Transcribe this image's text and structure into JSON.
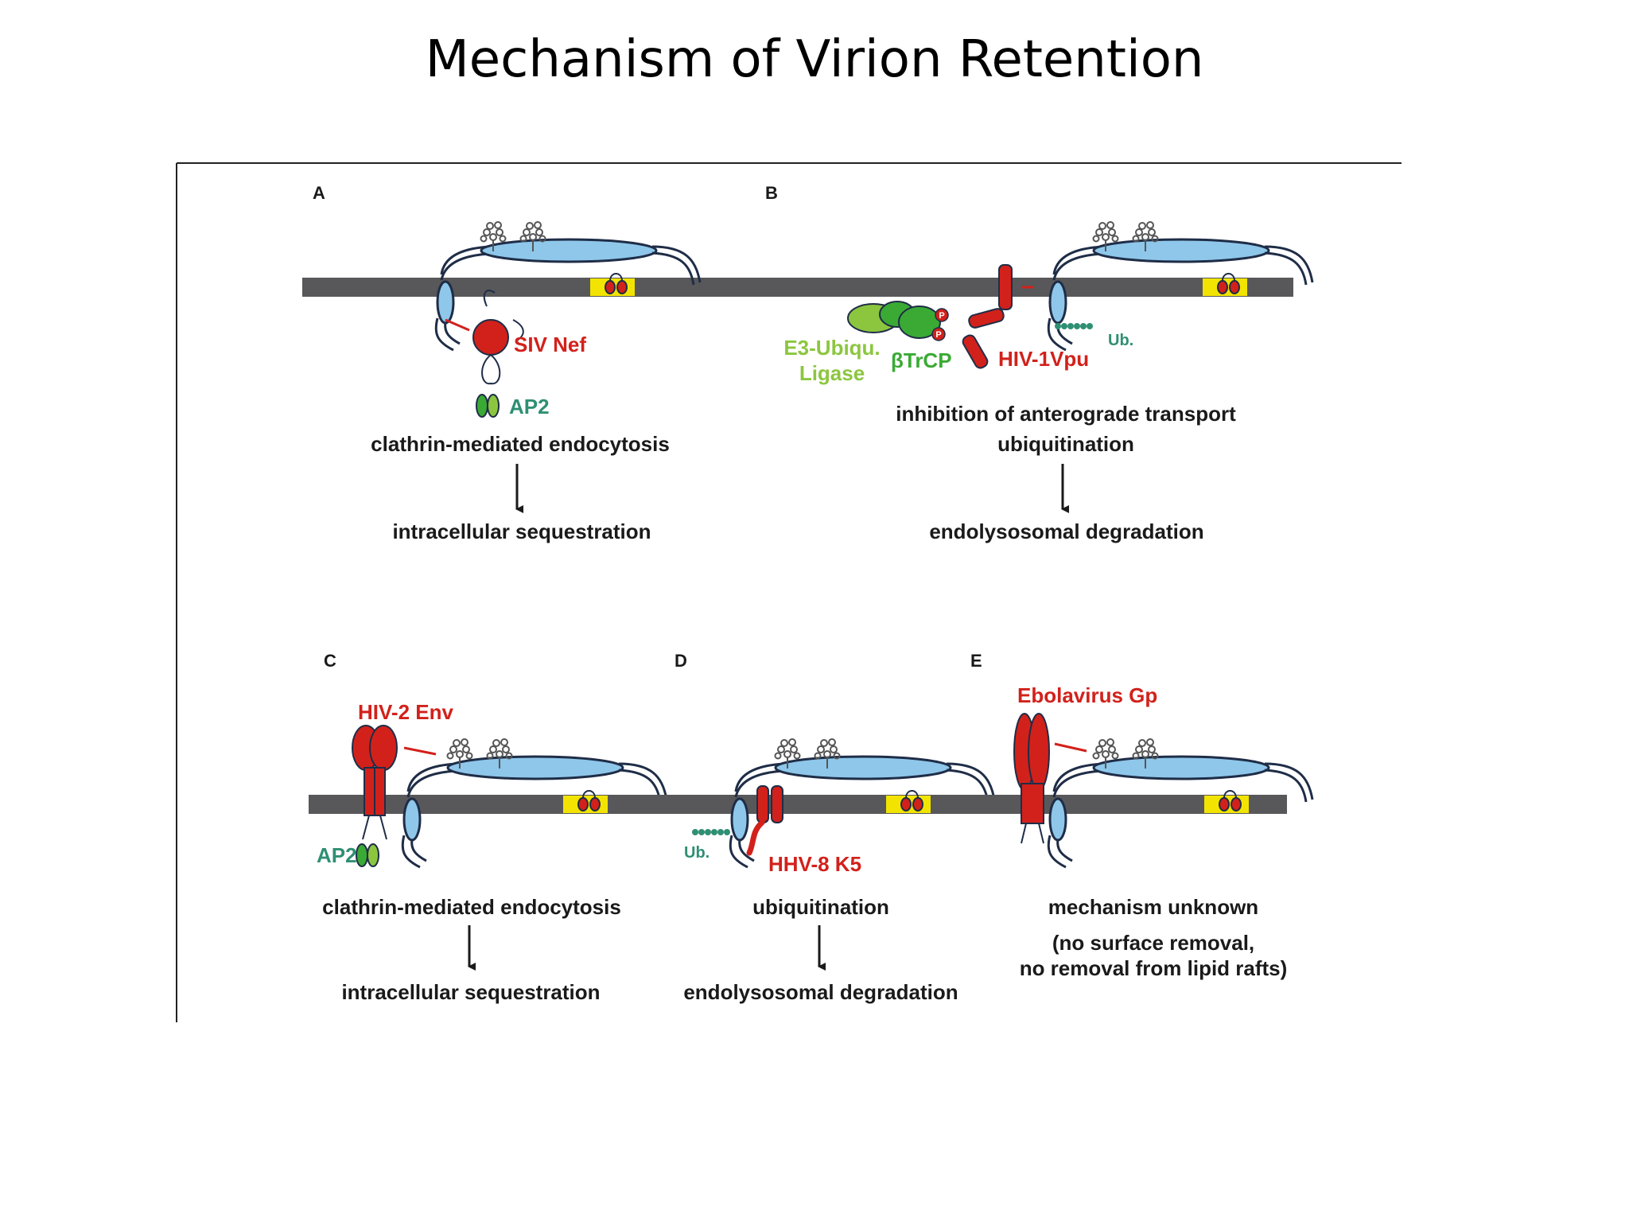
{
  "slide": {
    "title": "Mechanism of Virion Retention"
  },
  "colors": {
    "membrane": "#58585a",
    "raft": "#f2e400",
    "tetherin": "#8ec7ea",
    "outline": "#1f2d47",
    "red": "#d2211b",
    "green": "#3aaa35",
    "teal": "#2f8f73",
    "lightgreen": "#8cc63f",
    "text": "#1a1a1a"
  },
  "panels": {
    "a": {
      "letter": "A",
      "protein": "SIV Nef",
      "adaptor": "AP2",
      "process": "clathrin-mediated endocytosis",
      "outcome": "intracellular sequestration"
    },
    "b": {
      "letter": "B",
      "ligase_line1": "E3-Ubiqu.",
      "ligase_line2": "Ligase",
      "btrcp": "βTrCP",
      "protein": "HIV-1Vpu",
      "phospho": "P",
      "ub": "Ub.",
      "process_line1": "inhibition of anterograde transport",
      "process_line2": "ubiquitination",
      "outcome": "endolysosomal degradation"
    },
    "c": {
      "letter": "C",
      "protein": "HIV-2 Env",
      "adaptor": "AP2",
      "process": "clathrin-mediated endocytosis",
      "outcome": "intracellular sequestration"
    },
    "d": {
      "letter": "D",
      "protein": "HHV-8 K5",
      "ub": "Ub.",
      "process": "ubiquitination",
      "outcome": "endolysosomal degradation"
    },
    "e": {
      "letter": "E",
      "protein": "Ebolavirus Gp",
      "process": "mechanism unknown",
      "note_line1": "(no surface removal,",
      "note_line2": "no removal from lipid rafts)"
    }
  }
}
